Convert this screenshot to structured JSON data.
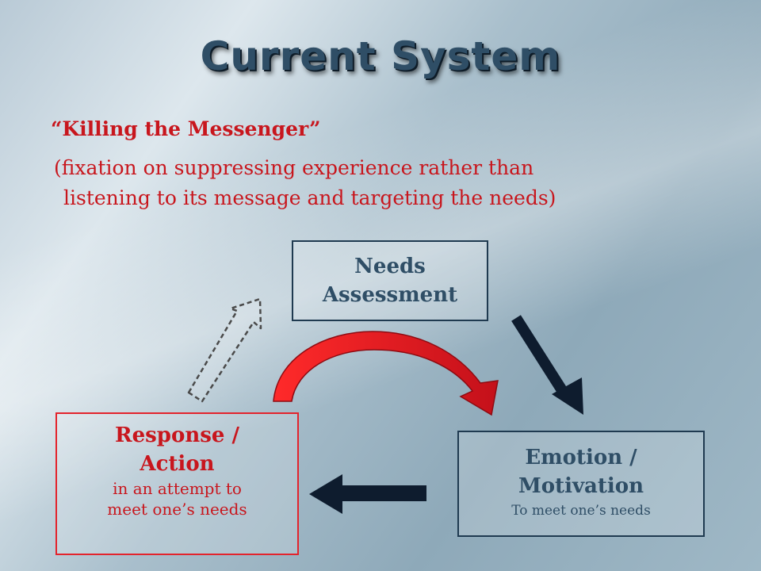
{
  "slide": {
    "title": "Current System",
    "quote": "“Killing the Messenger”",
    "subtitle_line1": "(fixation on suppressing experience rather than",
    "subtitle_line2": "listening to its message and targeting the needs)"
  },
  "diagram": {
    "needs": {
      "line1": "Needs",
      "line2": "Assessment"
    },
    "emotion": {
      "line1": "Emotion /",
      "line2": "Motivation",
      "desc": "To meet one’s needs"
    },
    "response": {
      "line1": "Response /",
      "line2": "Action",
      "desc1": "in an attempt to",
      "desc2": "meet one’s needs"
    }
  },
  "colors": {
    "title": "#2f4e66",
    "red": "#c8161d",
    "navy": "#0e1c2e",
    "box_border": "#1f3a50"
  }
}
